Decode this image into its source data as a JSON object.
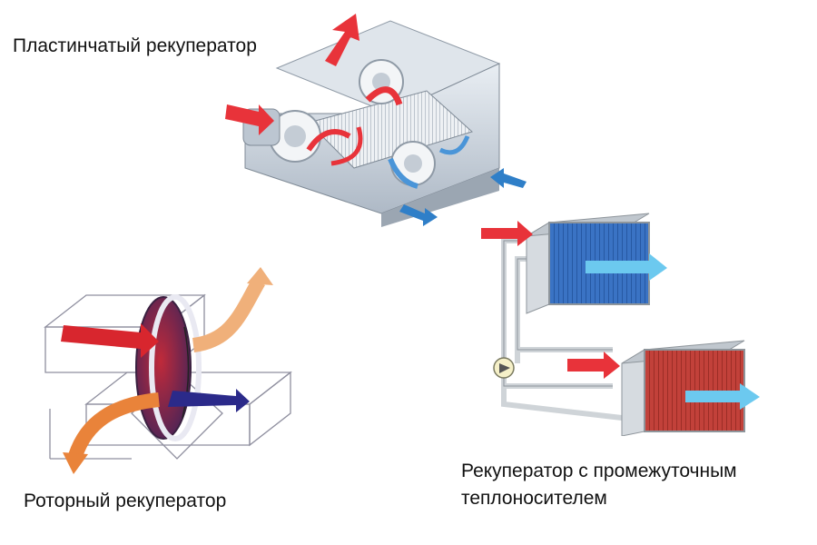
{
  "labels": {
    "plate": "Пластинчатый рекуператор",
    "rotor": "Роторный рекуператор",
    "intermediate_line1": "Рекуператор с промежуточным",
    "intermediate_line2": "теплоносителем"
  },
  "colors": {
    "warm_air": "#e8333a",
    "cold_air": "#2f7fc8",
    "supply_air": "#6cc9ef",
    "exhaust_air": "#e9833a",
    "housing": "#c9d3de",
    "blue_coil": "#2e66b8",
    "red_coil": "#b8342e",
    "rotor_wheel": "#7a2a55",
    "pipe": "#d8dcdf"
  }
}
